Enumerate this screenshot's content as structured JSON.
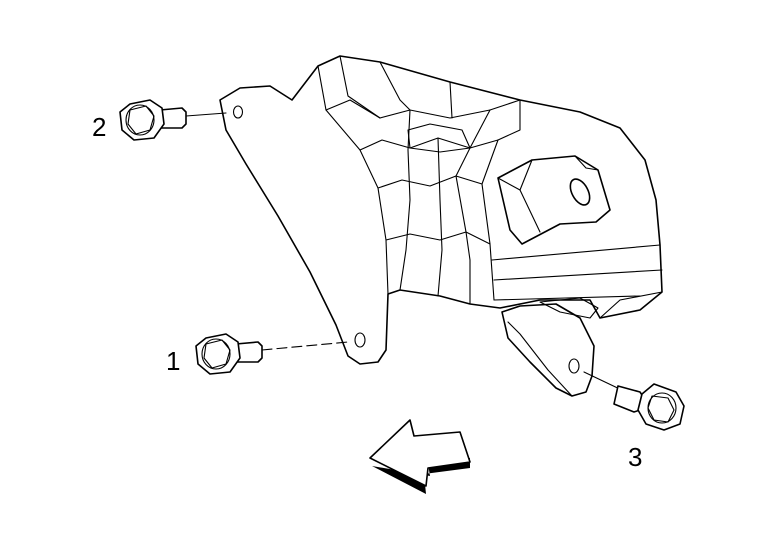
{
  "callouts": [
    {
      "label": "1"
    },
    {
      "label": "2"
    },
    {
      "label": "3"
    }
  ],
  "icons": {
    "direction_arrow": "front-direction-arrow-icon",
    "bolt": "flange-bolt-icon",
    "bracket": "mounting-bracket"
  },
  "colors": {
    "line": "#000000",
    "background": "#ffffff"
  }
}
